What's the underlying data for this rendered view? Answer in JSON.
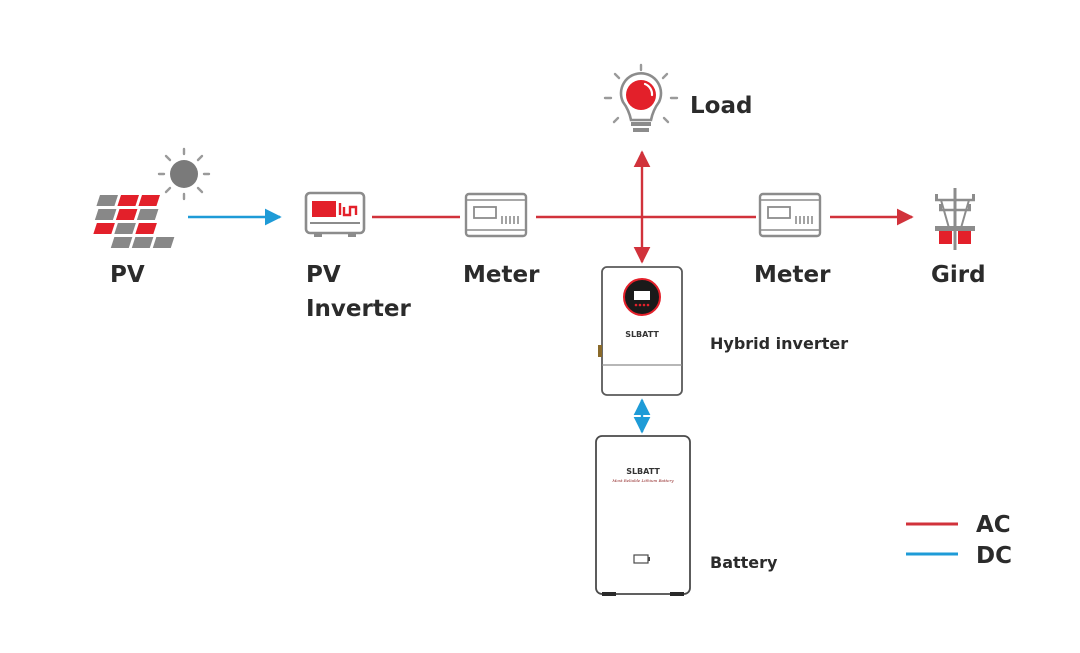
{
  "colors": {
    "ac": "#d1323b",
    "dc": "#1e9bd7",
    "accent": "#e3202a",
    "device_gray": "#8c8c8c",
    "text": "#2b2b2b"
  },
  "nodes": {
    "pv": {
      "label": "PV",
      "icon": "solar-panel-icon"
    },
    "pv_inverter": {
      "label_line1": "PV",
      "label_line2": "Inverter",
      "icon": "pv-inverter-icon"
    },
    "meter_left": {
      "label": "Meter",
      "icon": "meter-icon"
    },
    "load": {
      "label": "Load",
      "icon": "light-bulb-icon"
    },
    "hybrid_inverter": {
      "label": "Hybrid inverter",
      "brand": "SLBATT",
      "icon": "hybrid-inverter-icon"
    },
    "meter_right": {
      "label": "Meter",
      "icon": "meter-icon"
    },
    "grid": {
      "label": "Gird",
      "icon": "power-pole-icon"
    },
    "battery": {
      "label": "Battery",
      "brand": "SLBATT",
      "brand_sub": "Most Reliable Lithium Battery",
      "icon": "battery-icon"
    }
  },
  "sun_icon": "sun-icon",
  "legend": {
    "items": [
      {
        "label": "AC",
        "color": "#d1323b"
      },
      {
        "label": "DC",
        "color": "#1e9bd7"
      }
    ]
  }
}
